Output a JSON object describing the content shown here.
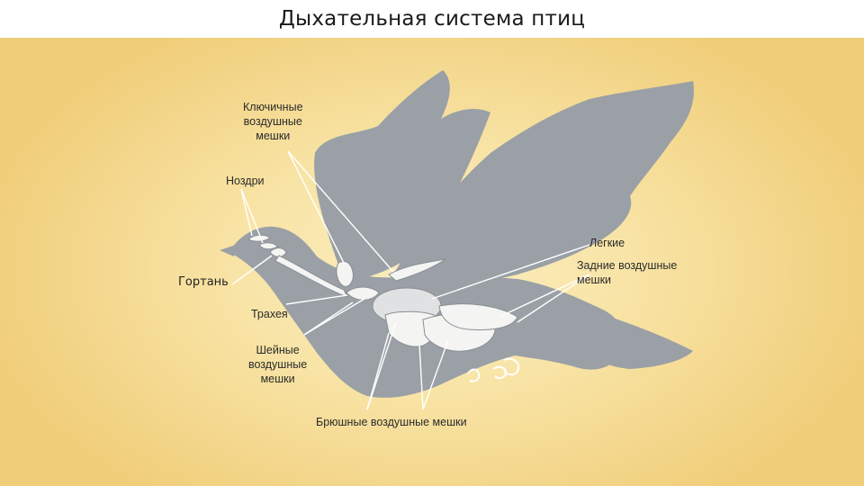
{
  "title": "Дыхательная система птиц",
  "labels": {
    "clavicular_sacs": "Ключичные\nвоздушные\nмешки",
    "nostrils": "Ноздри",
    "larynx": "Гортань",
    "trachea": "Трахея",
    "cervical_sacs": "Шейные\nвоздушные\nмешки",
    "abdominal_sacs": "Брюшные воздушные мешки",
    "lungs": "Легкие",
    "posterior_sacs": "Задние воздушные\nмешки"
  },
  "colors": {
    "background": "#f5d98c",
    "bird_silhouette": "#9aa0a6",
    "organs": "#f4f4f2",
    "leader_lines": "#ffffff"
  }
}
